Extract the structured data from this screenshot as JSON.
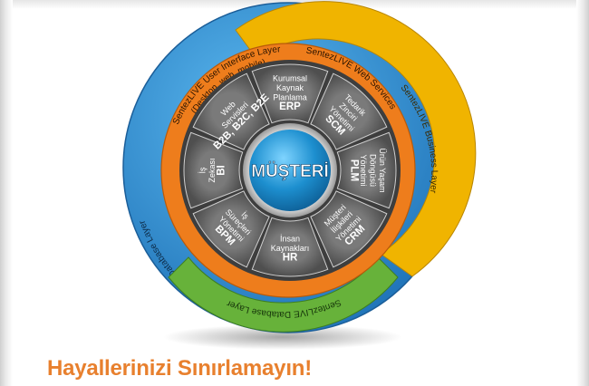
{
  "diagram": {
    "layers": {
      "database": "Database Layer",
      "database_bottom": "SentezLIVE Database Layer",
      "business": "SentezLIVE Business Layer",
      "web_services": "SentezLIVE Web Services",
      "ui_line1": "SentezLIVE User Interface Layer",
      "ui_line2": "(Desktop, web, mobile)"
    },
    "center": "MÜŞTERİ",
    "modules": [
      {
        "lines": [
          "Kurumsal",
          "Kaynak",
          "Planlama"
        ],
        "abbr": "ERP"
      },
      {
        "lines": [
          "Tedarik",
          "Zinciri",
          "Yönetimi"
        ],
        "abbr": "SCM"
      },
      {
        "lines": [
          "Ürün Yaşam",
          "Döngüsü",
          "Yönetimi"
        ],
        "abbr": "PLM"
      },
      {
        "lines": [
          "Müşteri",
          "İlişkileri",
          "Yönetimi"
        ],
        "abbr": "CRM"
      },
      {
        "lines": [
          "İnsan",
          "Kaynakları"
        ],
        "abbr": "HR"
      },
      {
        "lines": [
          "İş",
          "Süreçleri",
          "Yönetimi"
        ],
        "abbr": "BPM"
      },
      {
        "lines": [
          "İş",
          "Zekası"
        ],
        "abbr": "BI"
      },
      {
        "lines": [
          "Web",
          "Servisleri"
        ],
        "abbr": "B2B, B2C, B2E"
      }
    ],
    "colors": {
      "database": "#2f8fd6",
      "business": "#f0b400",
      "web_services": "#ee7d1c",
      "database_green": "#67b23a",
      "segment": "#676767",
      "center": "#1d8fcf",
      "tagline": "#e8802e"
    }
  },
  "tagline": "Hayallerinizi Sınırlamayın!"
}
